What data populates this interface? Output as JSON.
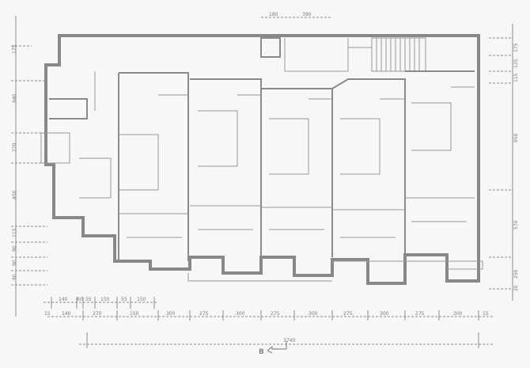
{
  "drawing": {
    "type": "architectural floor plan",
    "colors": {
      "wall": "#888888",
      "grid": "#b5b5b5",
      "background": "#f7f7f7"
    }
  },
  "dimensions": {
    "top": [
      "180",
      "390"
    ],
    "left": [
      "175",
      "940",
      "270",
      "450",
      "115",
      "90",
      "90",
      "90"
    ],
    "right": [
      "175",
      "125",
      "115",
      "950",
      "570",
      "250",
      "20"
    ],
    "bottom_upper": [
      "140",
      "60",
      "55",
      "150",
      "55",
      "150"
    ],
    "bottom_lower": [
      "15",
      "140",
      "270",
      "150",
      "300",
      "275",
      "300",
      "275",
      "300",
      "275",
      "300",
      "275",
      "300",
      "15"
    ],
    "overall": "3740"
  },
  "section_marker": {
    "label": "B"
  }
}
